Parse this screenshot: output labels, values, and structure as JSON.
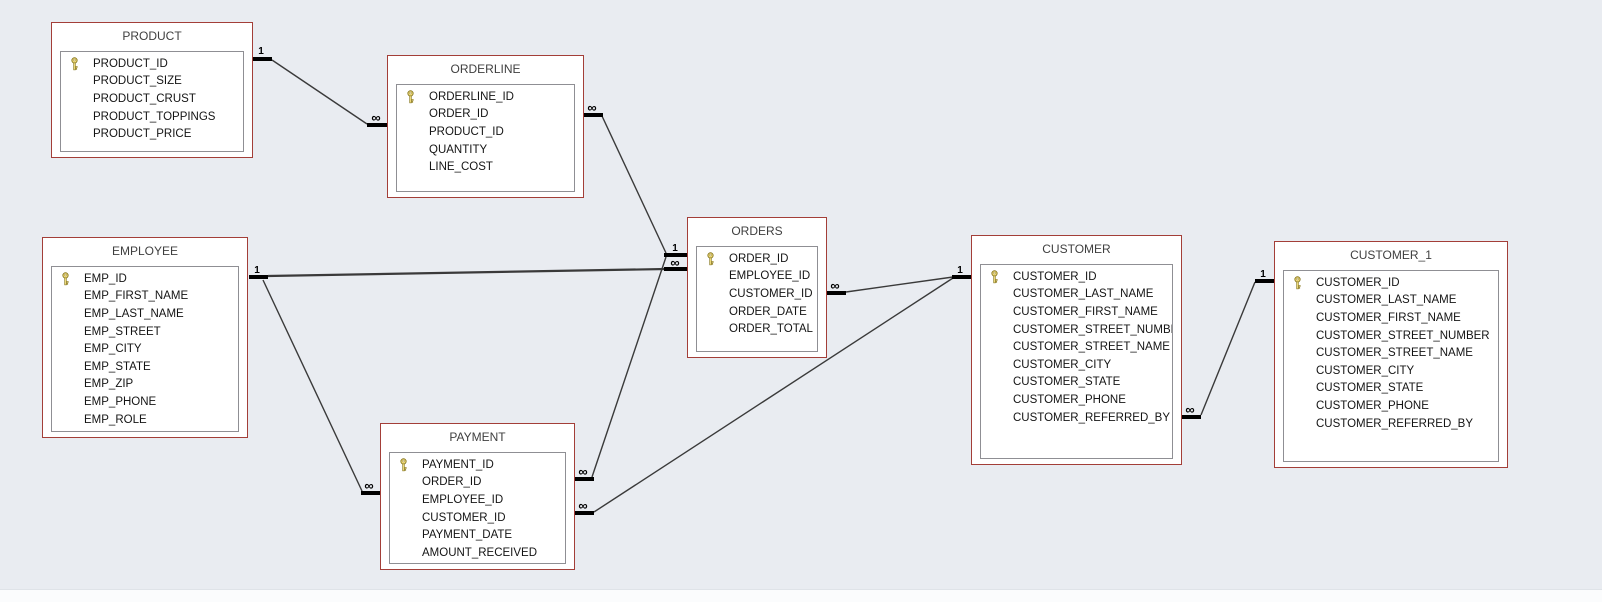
{
  "colors": {
    "canvas_background": "#e9ecf1",
    "table_background": "#ffffff",
    "table_outer_border": "#a33e38",
    "table_inner_border": "#8f8f94",
    "relationship_line": "#3a3a3a",
    "cardinality_label": "#000000",
    "key_icon_gold": "#e5c654"
  },
  "tables": {
    "product": {
      "name": "PRODUCT",
      "pk": "PRODUCT_ID",
      "fields": [
        "PRODUCT_ID",
        "PRODUCT_SIZE",
        "PRODUCT_CRUST",
        "PRODUCT_TOPPINGS",
        "PRODUCT_PRICE"
      ]
    },
    "orderline": {
      "name": "ORDERLINE",
      "pk": "ORDERLINE_ID",
      "fields": [
        "ORDERLINE_ID",
        "ORDER_ID",
        "PRODUCT_ID",
        "QUANTITY",
        "LINE_COST"
      ]
    },
    "orders": {
      "name": "ORDERS",
      "pk": "ORDER_ID",
      "fields": [
        "ORDER_ID",
        "EMPLOYEE_ID",
        "CUSTOMER_ID",
        "ORDER_DATE",
        "ORDER_TOTAL"
      ]
    },
    "employee": {
      "name": "EMPLOYEE",
      "pk": "EMP_ID",
      "fields": [
        "EMP_ID",
        "EMP_FIRST_NAME",
        "EMP_LAST_NAME",
        "EMP_STREET",
        "EMP_CITY",
        "EMP_STATE",
        "EMP_ZIP",
        "EMP_PHONE",
        "EMP_ROLE"
      ]
    },
    "payment": {
      "name": "PAYMENT",
      "pk": "PAYMENT_ID",
      "fields": [
        "PAYMENT_ID",
        "ORDER_ID",
        "EMPLOYEE_ID",
        "CUSTOMER_ID",
        "PAYMENT_DATE",
        "AMOUNT_RECEIVED"
      ]
    },
    "customer": {
      "name": "CUSTOMER",
      "pk": "CUSTOMER_ID",
      "fields": [
        "CUSTOMER_ID",
        "CUSTOMER_LAST_NAME",
        "CUSTOMER_FIRST_NAME",
        "CUSTOMER_STREET_NUMBER",
        "CUSTOMER_STREET_NAME",
        "CUSTOMER_CITY",
        "CUSTOMER_STATE",
        "CUSTOMER_PHONE",
        "CUSTOMER_REFERRED_BY"
      ]
    },
    "customer_1": {
      "name": "CUSTOMER_1",
      "pk": "CUSTOMER_ID",
      "fields": [
        "CUSTOMER_ID",
        "CUSTOMER_LAST_NAME",
        "CUSTOMER_FIRST_NAME",
        "CUSTOMER_STREET_NUMBER",
        "CUSTOMER_STREET_NAME",
        "CUSTOMER_CITY",
        "CUSTOMER_STATE",
        "CUSTOMER_PHONE",
        "CUSTOMER_REFERRED_BY"
      ]
    }
  },
  "relationships": [
    {
      "one": "PRODUCT",
      "many": "ORDERLINE",
      "one_label": "1",
      "many_label": "∞"
    },
    {
      "one": "ORDERS",
      "many": "ORDERLINE",
      "one_label": "1",
      "many_label": "∞"
    },
    {
      "one": "EMPLOYEE",
      "many": "ORDERS",
      "one_label": "1",
      "many_label": "∞"
    },
    {
      "one": "EMPLOYEE",
      "many": "PAYMENT",
      "one_label": "1",
      "many_label": "∞"
    },
    {
      "one": "ORDERS",
      "many": "PAYMENT",
      "one_label": "1",
      "many_label": "∞"
    },
    {
      "one": "CUSTOMER",
      "many": "ORDERS",
      "one_label": "1",
      "many_label": "∞"
    },
    {
      "one": "CUSTOMER",
      "many": "PAYMENT",
      "one_label": "1",
      "many_label": "∞"
    },
    {
      "one": "CUSTOMER_1",
      "many": "CUSTOMER",
      "one_label": "1",
      "many_label": "∞"
    }
  ]
}
